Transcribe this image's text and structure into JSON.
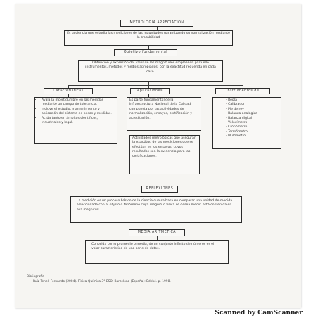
{
  "title": "METROLOGIA APRECIACIÓN",
  "definition": "Es la ciencia que estudia las mediciones de las magnitudes garantizando su normalización mediante la trazabilidad",
  "objective_title": "Objetivo fundamental",
  "objective_text": "Obtención y expresión del valor de las magnitudes empleando para ello instrumentos, métodos y medios apropiados, con la exactitud requerida en cada caso.",
  "characteristics": {
    "title": "Características",
    "items": [
      "Avala la incertidumbre en las medidas mediante un campo de tolerancia.",
      "Incluye el estudio, mantenimiento y aplicación del sistema de pesos y medidas.",
      "Actúa tanto en ámbitos científicos, industriales y legal."
    ]
  },
  "applications": {
    "title": "Aplicaciones",
    "text1": "Es parte fundamental de la infraestructura Nacional de la Calidad, compuesta por las actividades de normalización, ensayos, certificación y acreditación.",
    "text2": "Actividades metrológicas que aseguran la exactitud de las mediciones que se efectúan en los ensayos, cuyos resultados son la evidencia para las certificaciones."
  },
  "instruments": {
    "title": "Instrumentos de medición",
    "items": [
      "Regla",
      "Calibrador",
      "Pie de rey",
      "Balanza analógica",
      "Balanza digital",
      "Velocímetro",
      "Cronómetro",
      "Termómetro",
      "Multímetro"
    ]
  },
  "reflection": {
    "title": "REFLEXIONES",
    "text": "La medición es un proceso básico de la ciencia que se basa en comparar una unidad de medida seleccionada con el objeto o fenómeno cuya magnitud física se desea medir, está contenida en esa magnitud."
  },
  "mean": {
    "title": "MEDIA ARITMÉTICA",
    "text": "Conocida como promedio o media, de un conjunto infinito de números es el valor característico de una serie de datos."
  },
  "bibliography": {
    "title": "Bibliografía",
    "entry": "- Ruiz Tenel, Fernando (2004). Física-Química 3° ESO. Barcelona (España): Edebé. p. 1998."
  },
  "scanner_label": "Scanned by CamScanner"
}
